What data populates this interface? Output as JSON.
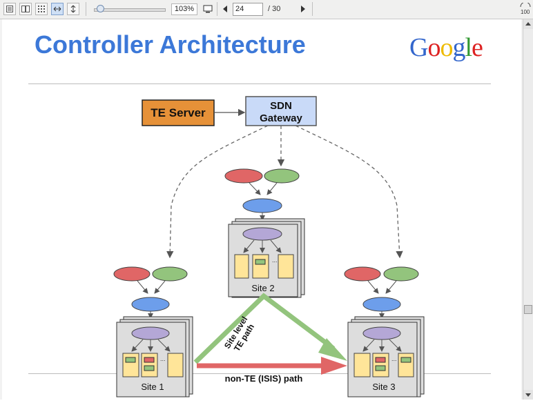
{
  "toolbar": {
    "zoom_value": "103%",
    "current_page": "24",
    "total_pages": "/ 30",
    "corner_label": "100"
  },
  "slide": {
    "title": "Controller Architecture",
    "logo_letters": [
      "G",
      "o",
      "o",
      "g",
      "l",
      "e"
    ],
    "logo_colors": [
      "#3366cc",
      "#dd2222",
      "#eebb00",
      "#3366cc",
      "#339933",
      "#dd2222"
    ]
  },
  "diagram": {
    "te_server": "TE Server",
    "sdn_gateway_line1": "SDN",
    "sdn_gateway_line2": "Gateway",
    "site1": "Site 1",
    "site2": "Site 2",
    "site3": "Site 3",
    "te_path_line1": "Site level",
    "te_path_line2": "TE path",
    "non_te_path": "non-TE (ISIS) path",
    "ellipsis": "..."
  },
  "colors": {
    "title": "#3c78d8",
    "te_server_fill": "#e69138",
    "gateway_fill": "#c9daf8",
    "red_node": "#e06666",
    "green_node": "#93c47d",
    "blue_node": "#6d9eeb",
    "purple_node": "#b4a7d6",
    "card_fill": "#ffe599",
    "green_path": "#93c47d",
    "red_path": "#e06666"
  }
}
